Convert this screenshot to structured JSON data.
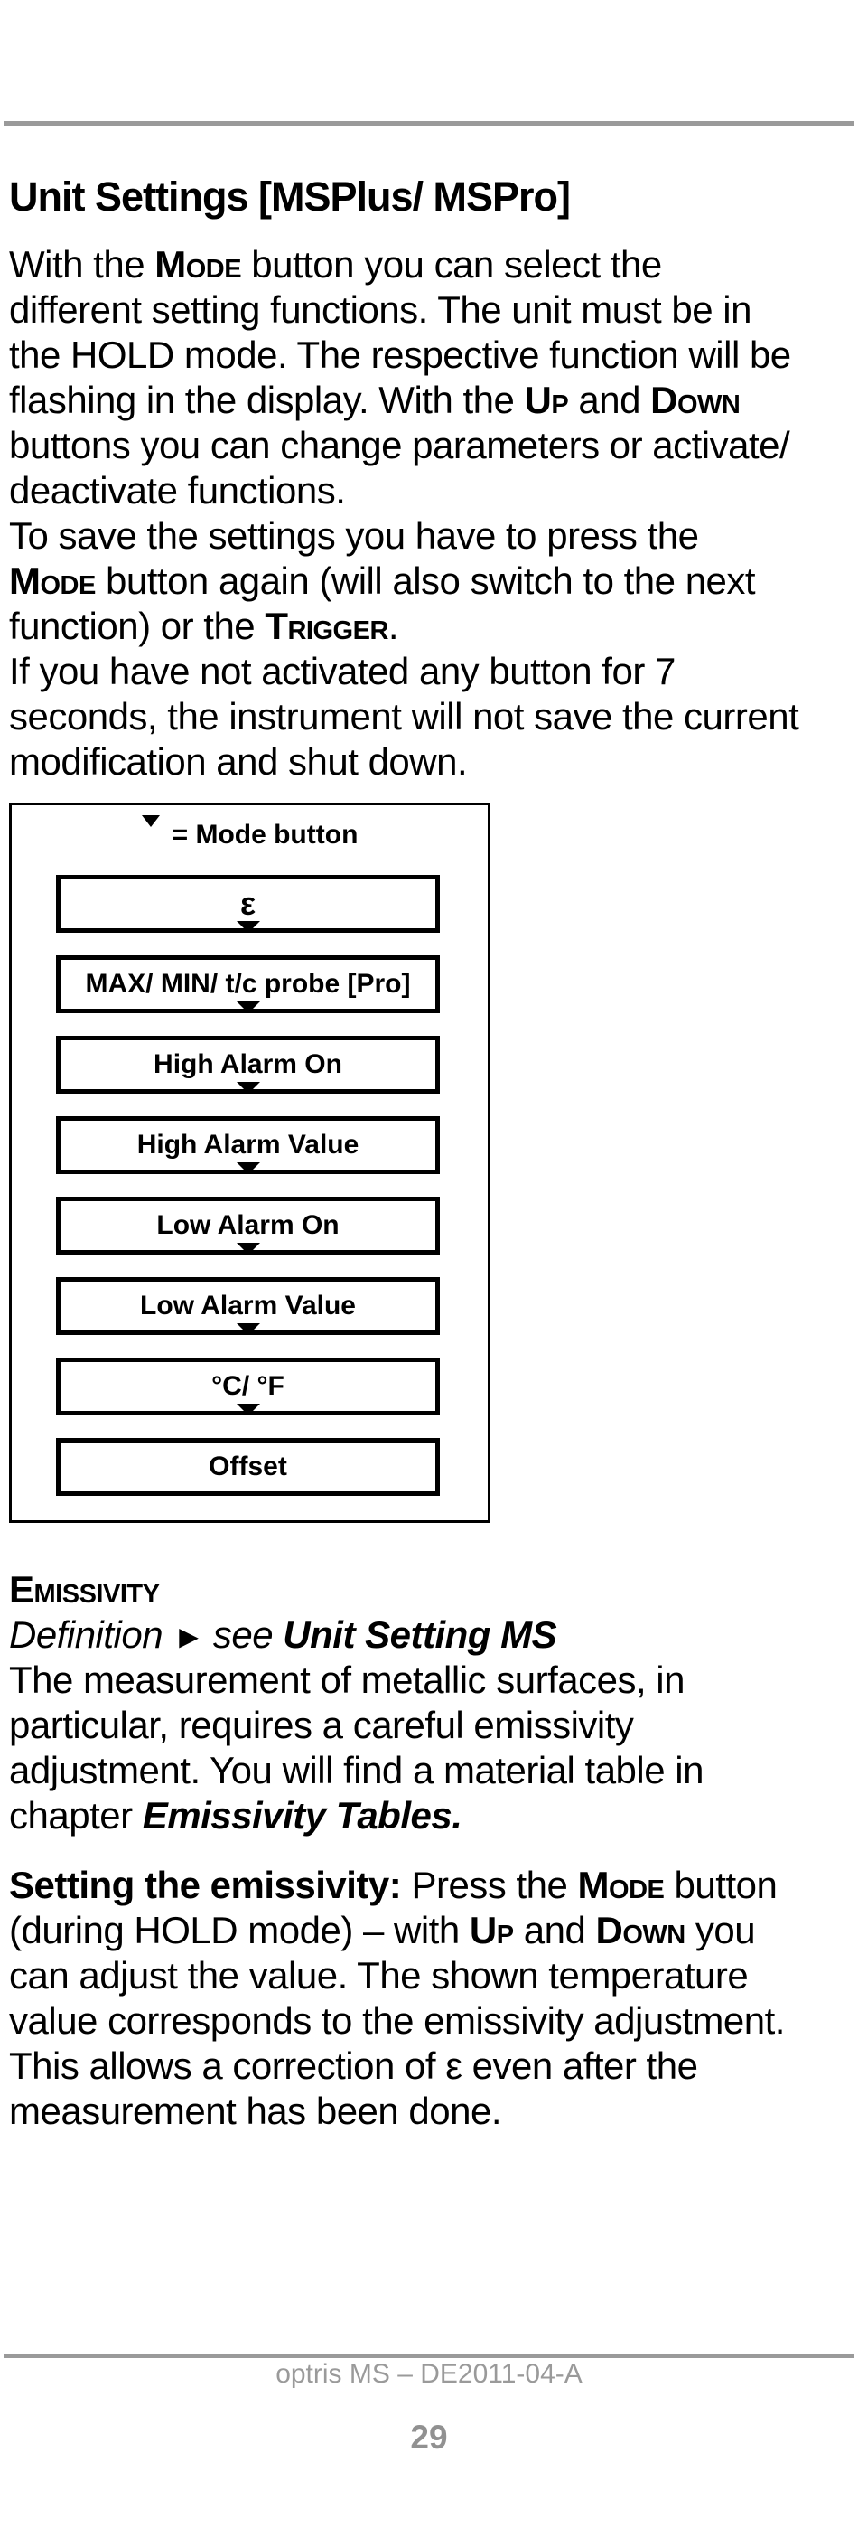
{
  "colors": {
    "text": "#000000",
    "muted_gray": "#9a9a9a",
    "page_number_gray": "#919191",
    "border": "#000000",
    "background": "#ffffff"
  },
  "header": {
    "title": "Unit Settings [MSPlus/ MSPro]"
  },
  "intro": {
    "lines": [
      [
        {
          "t": "With the ",
          "s": "n"
        },
        {
          "t": "Mode",
          "s": "sc"
        },
        {
          "t": " button you can select the",
          "s": "n"
        }
      ],
      [
        {
          "t": "different setting functions. The unit must be in",
          "s": "n"
        }
      ],
      [
        {
          "t": "the HOLD mode. The respective function will be",
          "s": "n"
        }
      ],
      [
        {
          "t": "flashing in the display. With the ",
          "s": "n"
        },
        {
          "t": "Up",
          "s": "sc"
        },
        {
          "t": " and ",
          "s": "n"
        },
        {
          "t": "Down",
          "s": "sc"
        }
      ],
      [
        {
          "t": "buttons you can change parameters or activate/",
          "s": "n"
        }
      ],
      [
        {
          "t": "deactivate functions.",
          "s": "n"
        }
      ],
      [
        {
          "t": "To save the settings you have to press the",
          "s": "n"
        }
      ],
      [
        {
          "t": "Mode",
          "s": "sc"
        },
        {
          "t": " button again (will also switch to the next",
          "s": "n"
        }
      ],
      [
        {
          "t": "function) or the ",
          "s": "n"
        },
        {
          "t": "Trigger",
          "s": "sc"
        },
        {
          "t": ".",
          "s": "n"
        }
      ],
      [
        {
          "t": "If you have not activated any button for 7",
          "s": "n"
        }
      ],
      [
        {
          "t": "seconds, the instrument will not save the current",
          "s": "n"
        }
      ],
      [
        {
          "t": "modification and shut down.",
          "s": "n"
        }
      ]
    ]
  },
  "flowchart": {
    "legend": {
      "arrow_icon": "down-arrow-icon",
      "label": "= Mode button"
    },
    "boxes": [
      {
        "label": "ε"
      },
      {
        "label": "MAX/ MIN/ t/c probe [Pro]"
      },
      {
        "label": "High Alarm On"
      },
      {
        "label": "High Alarm Value"
      },
      {
        "label": "Low Alarm On"
      },
      {
        "label": "Low Alarm Value"
      },
      {
        "label": "°C/ °F"
      },
      {
        "label": "Offset"
      }
    ]
  },
  "emissivity_section": {
    "lines": [
      [
        {
          "t": "Emissivity",
          "s": "sc"
        }
      ],
      [
        {
          "t": "Definition ",
          "s": "i"
        },
        {
          "t": "► ",
          "s": "tri"
        },
        {
          "t": "see ",
          "s": "i"
        },
        {
          "t": "Unit Setting MS",
          "s": "bi"
        }
      ],
      [
        {
          "t": "The measurement of metallic surfaces, in",
          "s": "n"
        }
      ],
      [
        {
          "t": "particular, requires a careful emissivity",
          "s": "n"
        }
      ],
      [
        {
          "t": "adjustment. You will find a material table in",
          "s": "n"
        }
      ],
      [
        {
          "t": "chapter ",
          "s": "n"
        },
        {
          "t": "Emissivity Tables.",
          "s": "bi"
        }
      ]
    ]
  },
  "setting_section": {
    "lines": [
      [
        {
          "t": "Setting the emissivity:",
          "s": "b"
        },
        {
          "t": " Press the ",
          "s": "n"
        },
        {
          "t": "Mode",
          "s": "sc"
        },
        {
          "t": " button",
          "s": "n"
        }
      ],
      [
        {
          "t": "(during HOLD mode) – with ",
          "s": "n"
        },
        {
          "t": "Up",
          "s": "sc"
        },
        {
          "t": " and ",
          "s": "n"
        },
        {
          "t": "Down",
          "s": "sc"
        },
        {
          "t": " you",
          "s": "n"
        }
      ],
      [
        {
          "t": "can adjust the value. The shown temperature",
          "s": "n"
        }
      ],
      [
        {
          "t": "value corresponds to the emissivity adjustment.",
          "s": "n"
        }
      ],
      [
        {
          "t": "This allows a correction of ",
          "s": "n"
        },
        {
          "t": "ε",
          "s": "eps"
        },
        {
          "t": " even after the",
          "s": "n"
        }
      ],
      [
        {
          "t": "measurement has been done.",
          "s": "n"
        }
      ]
    ]
  },
  "footer": {
    "doc_ref": "optris MS – DE2011-04-A",
    "page_number": "29"
  }
}
